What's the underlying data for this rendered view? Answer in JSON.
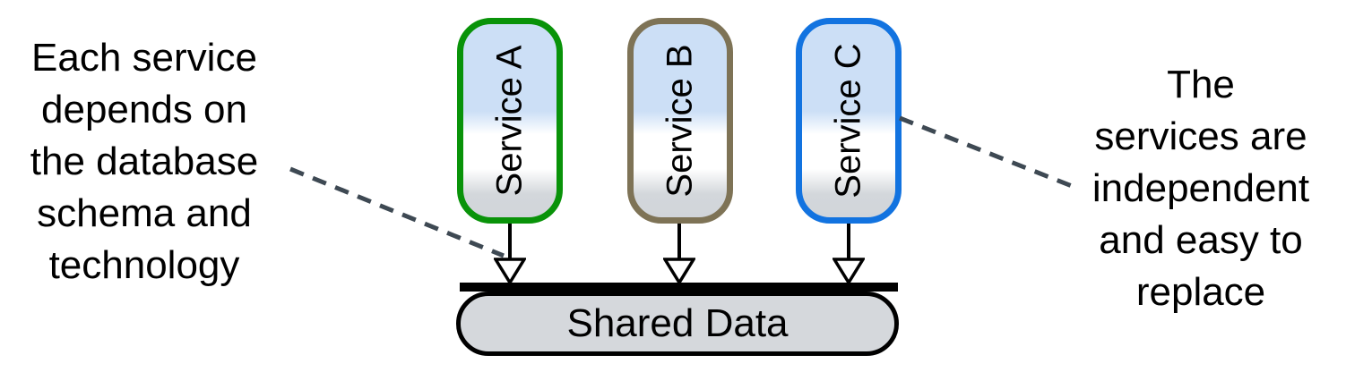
{
  "services": [
    {
      "label": "Service A",
      "border_color": "#099309"
    },
    {
      "label": "Service B",
      "border_color": "#7E7356"
    },
    {
      "label": "Service C",
      "border_color": "#1273E0"
    }
  ],
  "shared_data": {
    "label": "Shared Data",
    "fill_color": "#D5D8DC"
  },
  "annotations": {
    "left": {
      "lines": [
        "Each service",
        "depends on",
        "the database",
        "schema and",
        "technology"
      ]
    },
    "right": {
      "lines": [
        "The",
        "services are",
        "independent",
        "and easy to",
        "replace"
      ]
    }
  },
  "colors": {
    "box_fill_top": "#CCDFF6",
    "box_fill_bottom": "#D1D5DA",
    "dashed_connector": "#3E4953",
    "bar": "#000000",
    "text": "#000000"
  }
}
